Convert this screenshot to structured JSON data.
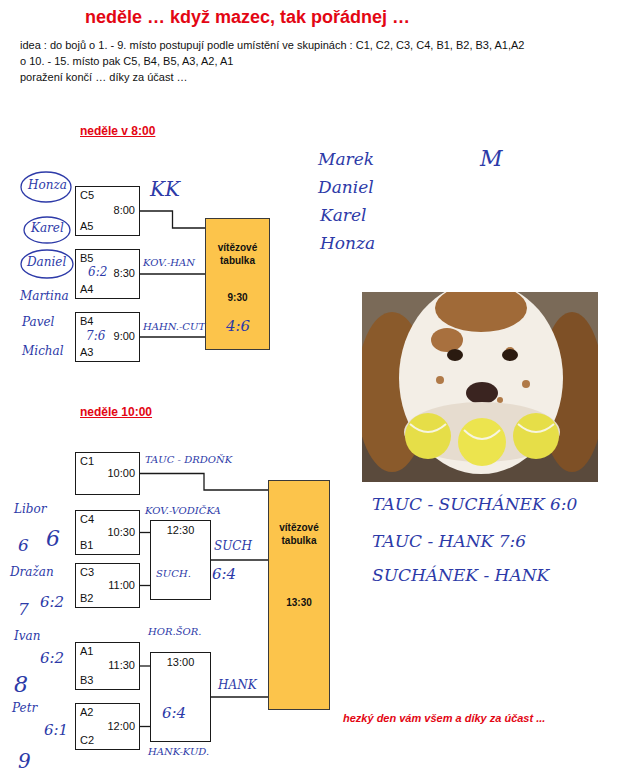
{
  "diagram": {
    "title": "neděle … když mazec, tak pořádnej …",
    "nodes": [
      {
        "text": [
          "C5",
          "8:00",
          "A5"
        ]
      },
      {
        "text": [
          "B5",
          "8:30",
          "A4"
        ]
      },
      {
        "text": [
          "B4",
          "9:00",
          "A3"
        ]
      },
      {
        "text": [
          "vítězové tabulka",
          "9:30"
        ]
      },
      {
        "text": [
          "C1",
          "10:00"
        ]
      },
      {
        "text": [
          "C4",
          "10:30",
          "B1"
        ]
      },
      {
        "text": [
          "C3",
          "11:00",
          "B2"
        ]
      },
      {
        "text": [
          "A1",
          "11:30",
          "B3"
        ]
      },
      {
        "text": [
          "A2",
          "12:00",
          "C2"
        ]
      },
      {
        "text": [
          "12:30"
        ]
      },
      {
        "text": [
          "13:00"
        ]
      },
      {
        "text": [
          "vítězové tabulka",
          "13:30"
        ]
      }
    ],
    "edges": [
      {
        "from": 0,
        "to": 3,
        "arrow": "none"
      },
      {
        "from": 1,
        "to": 3,
        "arrow": "none"
      },
      {
        "from": 2,
        "to": 3,
        "arrow": "none"
      },
      {
        "from": 4,
        "to": 11,
        "arrow": "none"
      },
      {
        "from": 5,
        "to": 9,
        "arrow": "none"
      },
      {
        "from": 6,
        "to": 9,
        "arrow": "none"
      },
      {
        "from": 7,
        "to": 10,
        "arrow": "none"
      },
      {
        "from": 8,
        "to": 10,
        "arrow": "none"
      },
      {
        "from": 9,
        "to": 11,
        "arrow": "none"
      },
      {
        "from": 10,
        "to": 11,
        "arrow": "none"
      }
    ],
    "labels": [
      "idea : do bojů o 1. - 9. místo postupují podle umístění ve skupinách : C1, C2, C3, C4, B1, B2, B3, A1,A2",
      "o 10. - 15. místo pak C5, B4, B5, A3, A2, A1",
      "poražení končí … díky za účast …",
      "neděle v 8:00",
      "neděle 10:00",
      "Honza",
      "Karel",
      "Daniel",
      "Martina",
      "Pavel",
      "Michal",
      "6:2",
      "7:6",
      "KK",
      "KOV.-HAN",
      "HAHN.-CUT",
      "4:6",
      "Marek",
      "Daniel",
      "Karel",
      "Honza",
      "M",
      "TAUC - SUCHÁNEK 6:0",
      "TAUC - HANK 7:6",
      "SUCHÁNEK - HANK",
      "TAUC - DRDOŇK",
      "KOV.-VODIČKA",
      "SUCH.",
      "SUCH",
      "6:4",
      "HOR.ŠOR.",
      "6:4",
      "HANK",
      "HANK-KUD.",
      "Libor",
      "6",
      "6",
      "Dražan",
      "7",
      "6:2",
      "Ivan",
      "6:2",
      "8",
      "Petr",
      "6:1",
      "9",
      "hezký den vám všem a díky za účast ..."
    ]
  }
}
